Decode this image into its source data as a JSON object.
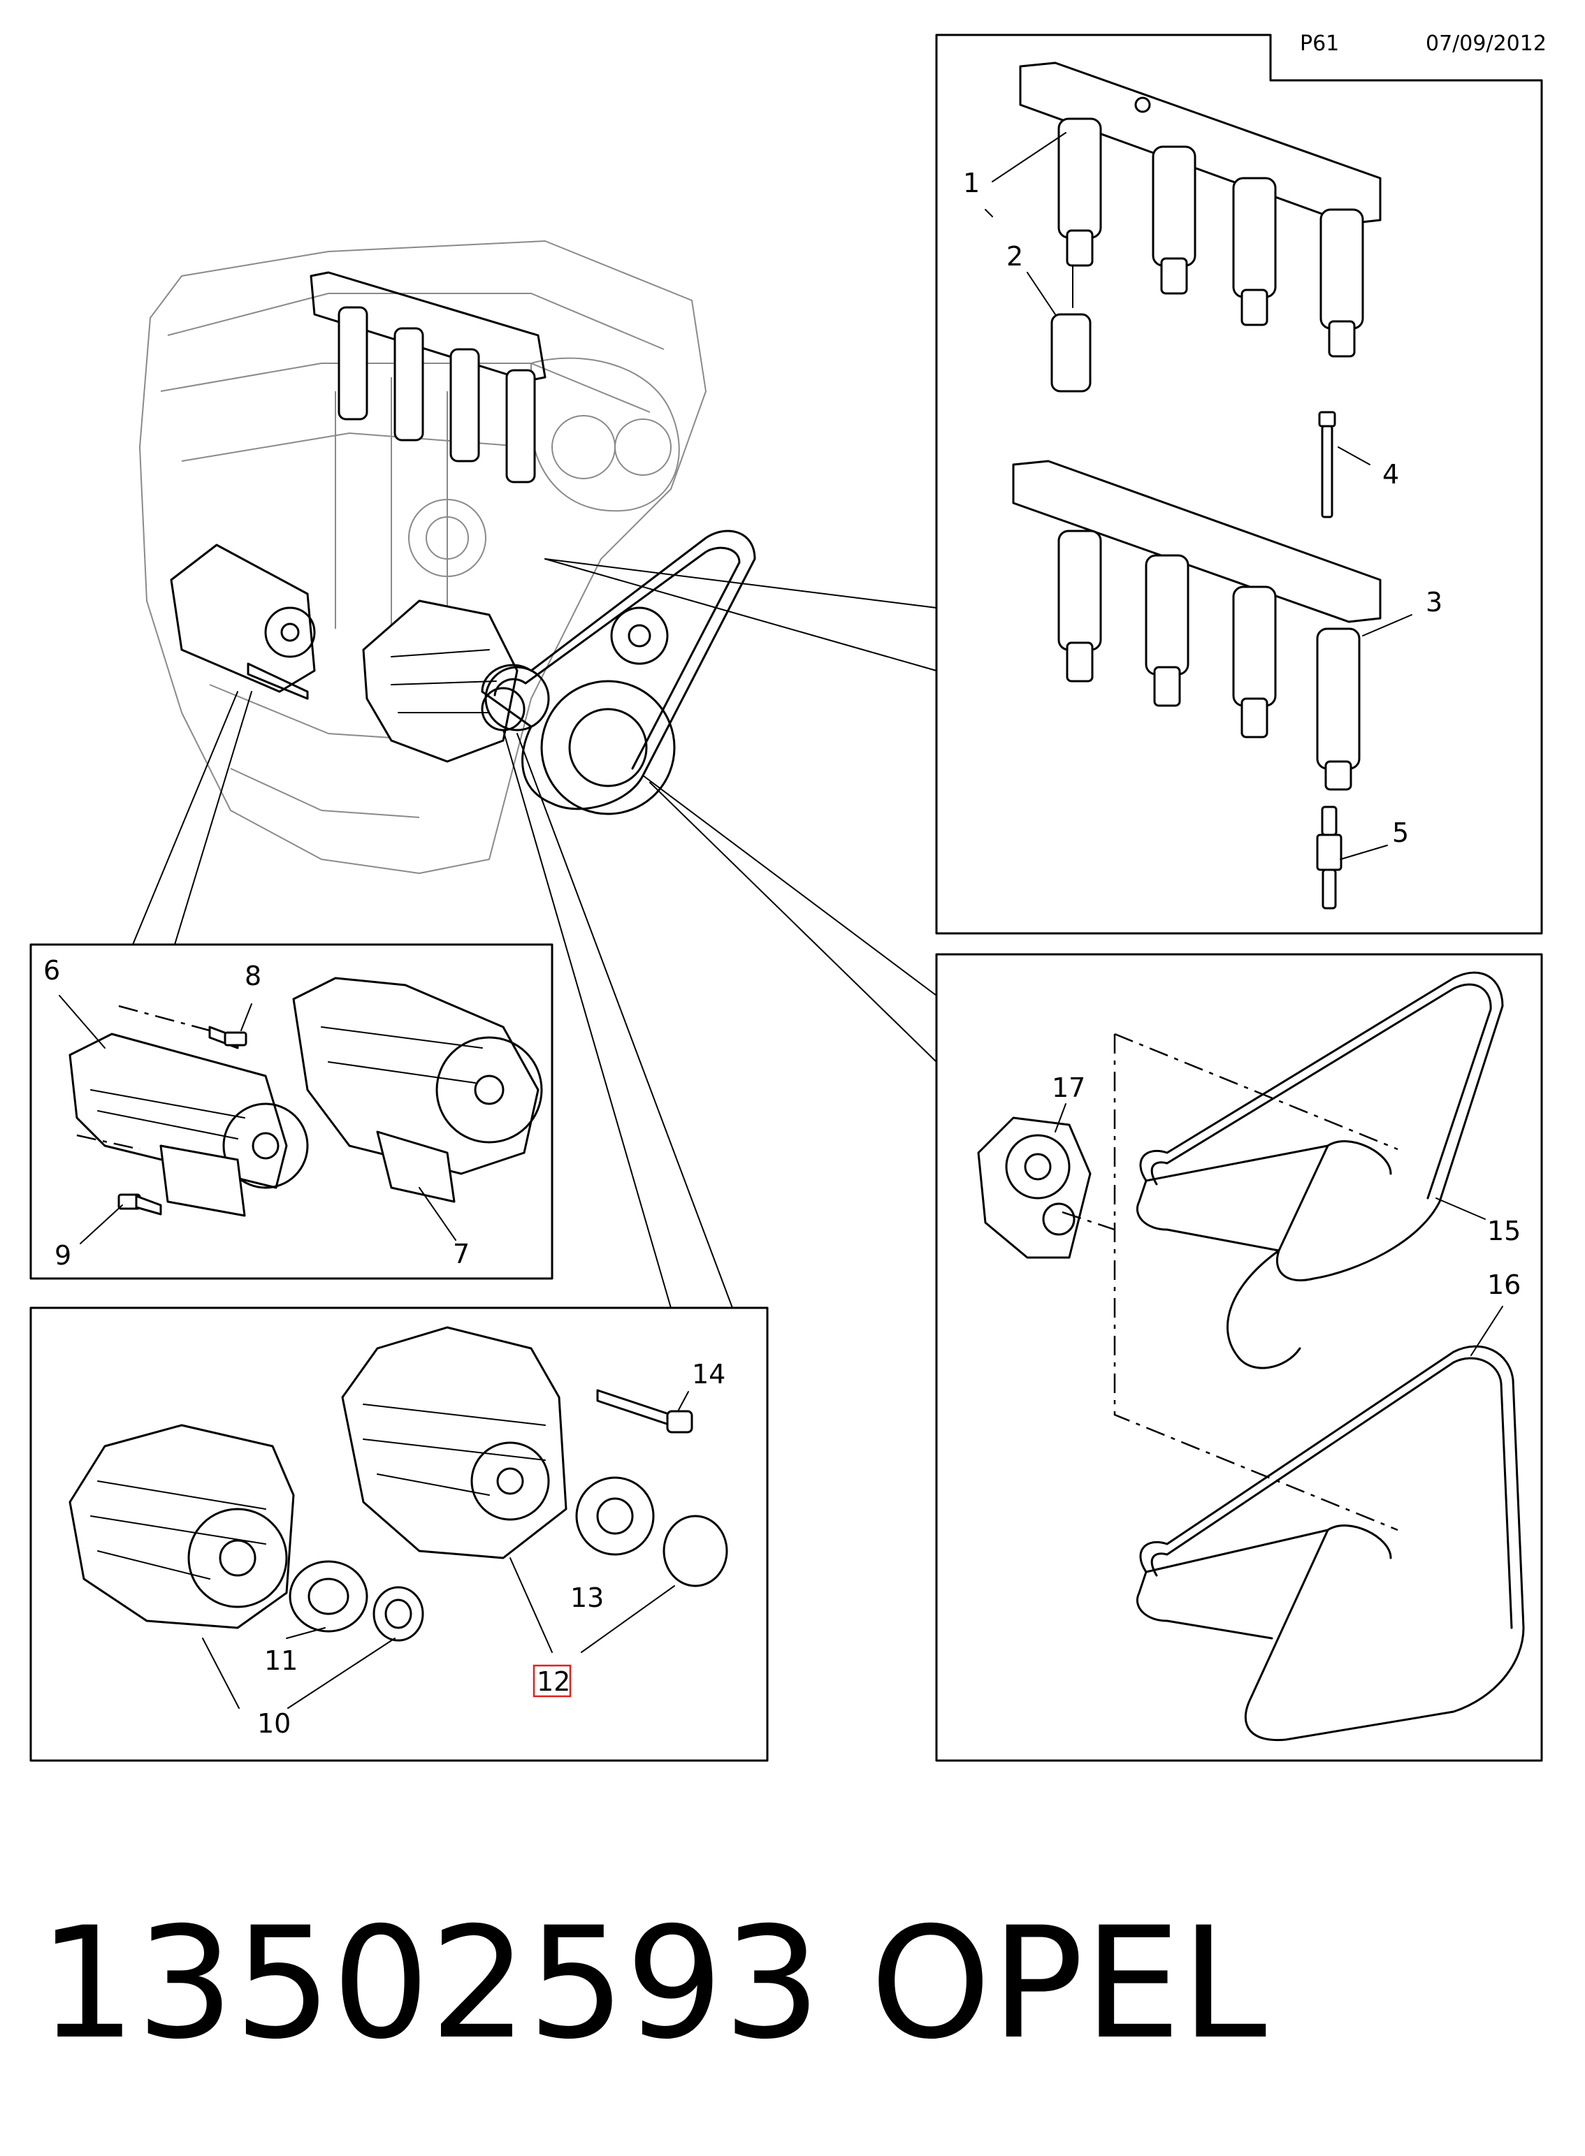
{
  "header": {
    "page_ref": "P61",
    "date": "07/09/2012"
  },
  "callouts": {
    "c1": "1",
    "c2": "2",
    "c3": "3",
    "c4": "4",
    "c5": "5",
    "c6": "6",
    "c7": "7",
    "c8": "8",
    "c9": "9",
    "c10": "10",
    "c11": "11",
    "c12": "12",
    "c13": "13",
    "c14": "14",
    "c15": "15",
    "c16": "16",
    "c17": "17"
  },
  "highlighted_callout": "12",
  "footer": {
    "part_number": "13502593",
    "brand": "OPEL"
  },
  "colors": {
    "line": "#000000",
    "highlight": "#e0201f",
    "background": "#ffffff"
  }
}
